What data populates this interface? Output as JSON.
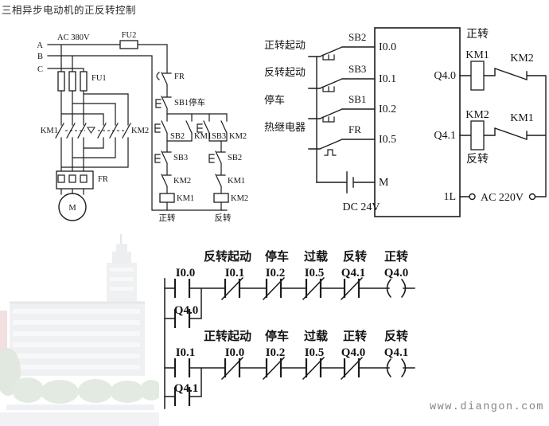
{
  "title": "三相异步电动机的正反转控制",
  "watermark": "www.diangon.com",
  "colors": {
    "ink": "#1c1c1c",
    "watermark_gray": "#868686",
    "background": "#ffffff"
  },
  "main_circuit": {
    "supply": "AC 380V",
    "phase_a": "A",
    "phase_b": "B",
    "phase_c": "C",
    "fuse_main": "FU1",
    "fuse_control": "FU2",
    "contactor_fwd": "KM1",
    "contactor_rev": "KM2",
    "thermal_relay": "FR",
    "motor": "M",
    "control": {
      "fr": "FR",
      "stop": "SB1停车",
      "fwd_start": "SB2",
      "fwd_hold": "KM1",
      "rev_start": "SB3",
      "rev_hold": "KM2",
      "fwd_nc_btn": "SB3",
      "fwd_interlock": "KM2",
      "fwd_coil": "KM1",
      "fwd_label": "正转",
      "rev_nc_btn": "SB2",
      "rev_interlock": "KM1",
      "rev_coil": "KM2",
      "rev_label": "反转"
    }
  },
  "plc": {
    "inputs": [
      {
        "label": "正转起动",
        "device": "SB2",
        "terminal": "I0.0"
      },
      {
        "label": "反转起动",
        "device": "SB3",
        "terminal": "I0.1"
      },
      {
        "label": "停车",
        "device": "SB1",
        "terminal": "I0.2"
      },
      {
        "label": "热继电器",
        "device": "FR",
        "terminal": "I0.5"
      }
    ],
    "m_terminal": "M",
    "dc_supply": "DC 24V",
    "outputs": [
      {
        "terminal": "Q4.0",
        "coil": "KM1",
        "direction": "正转",
        "interlock": "KM2"
      },
      {
        "terminal": "Q4.1",
        "coil": "KM2",
        "direction": "反转",
        "interlock": "KM1"
      }
    ],
    "common": "1L",
    "ac_supply": "AC 220V"
  },
  "ladder": {
    "rungs": [
      {
        "main": "I0.0",
        "hold": "Q4.0",
        "nc": [
          {
            "label": "反转起动",
            "addr": "I0.1"
          },
          {
            "label": "停车",
            "addr": "I0.2"
          },
          {
            "label": "过载",
            "addr": "I0.5"
          },
          {
            "label": "反转",
            "addr": "Q4.1"
          }
        ],
        "coil_label": "正转",
        "coil": "Q4.0"
      },
      {
        "main": "I0.1",
        "hold": "Q4.1",
        "nc": [
          {
            "label": "正转起动",
            "addr": "I0.0"
          },
          {
            "label": "停车",
            "addr": "I0.2"
          },
          {
            "label": "过载",
            "addr": "I0.5"
          },
          {
            "label": "正转",
            "addr": "Q4.0"
          }
        ],
        "coil_label": "反转",
        "coil": "Q4.1"
      }
    ]
  }
}
